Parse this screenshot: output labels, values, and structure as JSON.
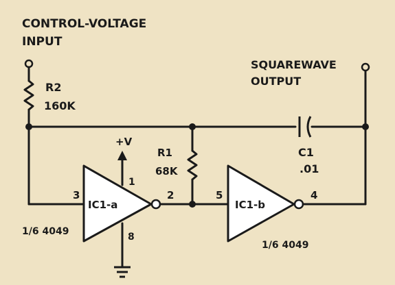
{
  "input_label": {
    "line1": "CONTROL-VOLTAGE",
    "line2": "INPUT"
  },
  "output_label": {
    "line1": "SQUAREWAVE",
    "line2": "OUTPUT"
  },
  "r2": {
    "name": "R2",
    "value": "160K"
  },
  "r1": {
    "name": "R1",
    "value": "68K"
  },
  "c1": {
    "name": "C1",
    "value": ".01"
  },
  "supply": {
    "label": "+V"
  },
  "ic1a": {
    "name": "IC1-a",
    "part": "1/6 4049",
    "pin_in": "3",
    "pin_out": "2",
    "pin_vcc": "1",
    "pin_gnd": "8"
  },
  "ic1b": {
    "name": "IC1-b",
    "part": "1/6 4049",
    "pin_in": "5",
    "pin_out": "4"
  },
  "colors": {
    "background": "#efe3c4",
    "ink": "#1a1a1a",
    "triangle_fill": "#ffffff"
  }
}
